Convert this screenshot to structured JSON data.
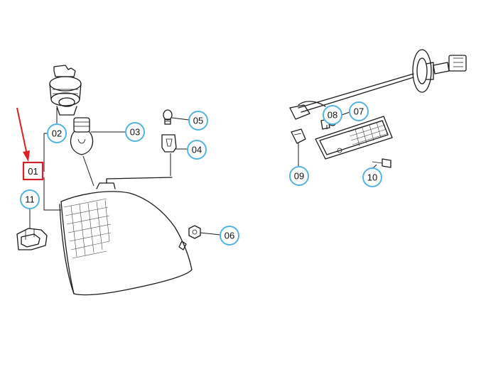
{
  "highlight_color": "#d2222a",
  "arrow_color": "#e02020",
  "callout_color": "#57b3df",
  "callouts": [
    {
      "id": "01",
      "label": "01",
      "style": "box"
    },
    {
      "id": "02",
      "label": "02",
      "style": "circle"
    },
    {
      "id": "03",
      "label": "03",
      "style": "circle"
    },
    {
      "id": "04",
      "label": "04",
      "style": "circle"
    },
    {
      "id": "05",
      "label": "05",
      "style": "circle"
    },
    {
      "id": "06",
      "label": "06",
      "style": "circle"
    },
    {
      "id": "07",
      "label": "07",
      "style": "circle"
    },
    {
      "id": "08",
      "label": "08",
      "style": "circle"
    },
    {
      "id": "09",
      "label": "09",
      "style": "circle"
    },
    {
      "id": "10",
      "label": "10",
      "style": "circle"
    },
    {
      "id": "11",
      "label": "11",
      "style": "circle"
    }
  ],
  "parts": [
    {
      "id": "bulb-socket",
      "icon": "bulb-socket-icon"
    },
    {
      "id": "bulb",
      "icon": "bulb-icon"
    },
    {
      "id": "small-bulb",
      "icon": "small-bulb-icon"
    },
    {
      "id": "clip",
      "icon": "clip-icon"
    },
    {
      "id": "nut",
      "icon": "nut-icon"
    },
    {
      "id": "lamp-housing",
      "icon": "lamp-housing-icon"
    },
    {
      "id": "bracket",
      "icon": "bracket-icon"
    },
    {
      "id": "side-marker-lamp",
      "icon": "side-marker-icon"
    },
    {
      "id": "wiring-harness",
      "icon": "wiring-harness-icon"
    },
    {
      "id": "grommet",
      "icon": "grommet-icon"
    },
    {
      "id": "connector",
      "icon": "connector-icon"
    },
    {
      "id": "screw",
      "icon": "screw-icon"
    }
  ]
}
